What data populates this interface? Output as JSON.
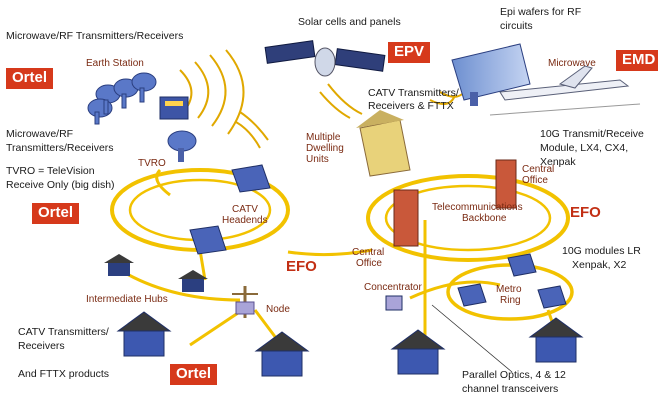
{
  "texts": {
    "microwave_rf_top": "Microwave/RF Transmitters/Receivers",
    "solar": "Solar cells and panels",
    "epi": "Epi wafers for RF",
    "epi2": "circuits",
    "earth_station": "Earth Station",
    "catv_trx_fttx": "CATV Transmitters/",
    "catv_trx_fttx2": "Receivers & FTTX",
    "microwave_rf_mid": "Microwave/RF",
    "microwave_rf_mid2": "Transmitters/Receivers",
    "tvro_def": "TVRO = TeleVision",
    "tvro_def2": "Receive Only (big dish)",
    "tvro": "TVRO",
    "mdu": "Multiple",
    "mdu2": "Dwelling",
    "mdu3": "Units",
    "ten_g_1": "10G Transmit/Receive",
    "ten_g_2": "Module, LX4, CX4,",
    "ten_g_3": "Xenpak",
    "central_office_right": "Central",
    "central_office_right2": "Office",
    "catv_headends": "CATV",
    "catv_headends2": "Headends",
    "telecom": "Telecommunications",
    "telecom2": "Backbone",
    "central_office_left": "Central",
    "central_office_left2": "Office",
    "ten_g_lr": "10G modules LR",
    "ten_g_lr2": "Xenpak, X2",
    "intermediate": "Intermediate Hubs",
    "node": "Node",
    "concentrator": "Concentrator",
    "metro": "Metro",
    "metro2": "Ring",
    "catv_bottom": "CATV Transmitters/",
    "catv_bottom2": "Receivers",
    "fttx_products": "And FTTX products",
    "parallel": "Parallel Optics, 4 & 12",
    "parallel2": "channel transceivers",
    "microwave_label": "Microwave"
  },
  "badges": {
    "ortel_top": "Ortel",
    "epv": "EPV",
    "emd": "EMD",
    "ortel_mid": "Ortel",
    "efo_right": "EFO",
    "efo_mid": "EFO",
    "ortel_bottom": "Ortel"
  },
  "colors": {
    "badge": "#d6391b",
    "ring": "#f2c200",
    "label": "#7a2a12"
  }
}
